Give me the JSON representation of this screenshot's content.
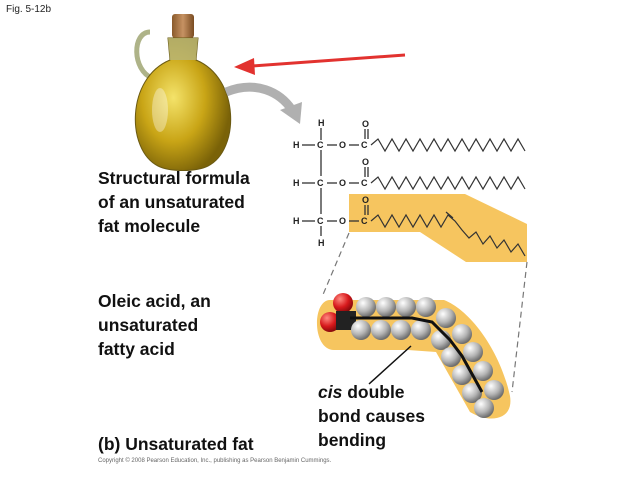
{
  "figure": {
    "label": "Fig. 5-12b"
  },
  "labels": {
    "structural_formula": [
      "Structural formula",
      "of an unsaturated",
      "fat molecule"
    ],
    "oleic_acid": [
      "Oleic acid, an",
      "unsaturated",
      "fatty acid"
    ],
    "panel_part": "(b)",
    "panel_title": "Unsaturated fat",
    "cis_italic": "cis",
    "cis_rest": " double",
    "cis_lines": [
      "bond causes",
      "bending"
    ]
  },
  "atoms": {
    "H": "H",
    "C": "C",
    "O": "O"
  },
  "copyright": "Copyright © 2008 Pearson Education, Inc., publishing as Pearson Benjamin Cummings.",
  "colors": {
    "highlight": "#f6c55f",
    "arrow_red": "#e2322f",
    "arrow_gray": "#b0b0b0",
    "oil": "#c9a516",
    "oxygen": "#d7191c",
    "carbon": "#222222",
    "hydrogen": "#b8b8b8"
  }
}
